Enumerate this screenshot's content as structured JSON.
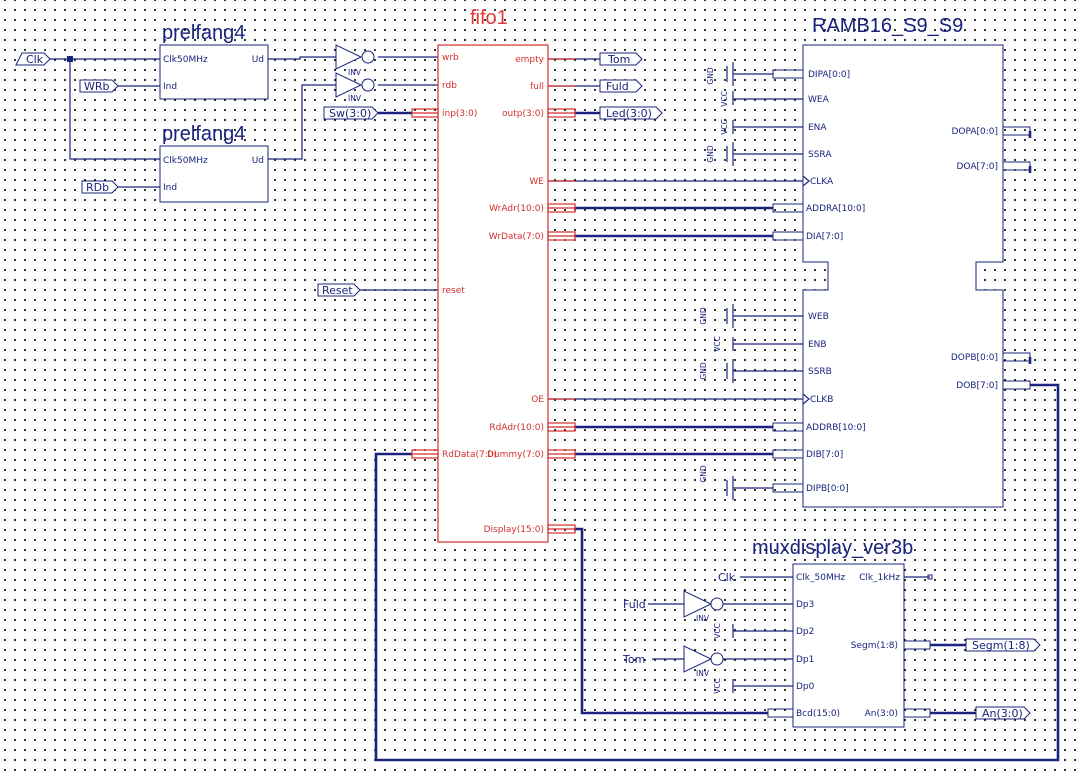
{
  "titles": {
    "prelfang4_a": "prelfang4",
    "prelfang4_b": "prelfang4",
    "fifo1": "fifo1",
    "ramb16": "RAMB16_S9_S9",
    "muxdisplay": "muxdisplay_ver3b"
  },
  "io_markers": {
    "clk": "Clk",
    "wrb": "WRb",
    "rdb": "RDb",
    "sw": "Sw(3:0)",
    "reset": "Reset",
    "tom": "Tom",
    "fuld": "Fuld",
    "led": "Led(3:0)",
    "segm": "Segm(1:8)",
    "an": "An(3:0)"
  },
  "prelfang4_pins": {
    "clk": "Clk50MHz",
    "ind": "Ind",
    "ud": "Ud"
  },
  "inverter_label": "INV",
  "fifo1_pins": {
    "wrb": "wrb",
    "rdb": "rdb",
    "inp": "inp(3:0)",
    "reset": "reset",
    "rddata": "RdData(7:0)",
    "dummy": "Dummy(7:0)",
    "empty": "empty",
    "full": "full",
    "outp": "outp(3:0)",
    "we": "WE",
    "wradr": "WrAdr(10:0)",
    "wrdata": "WrData(7:0)",
    "oe": "OE",
    "rdadr": "RdAdr(10:0)",
    "display": "Display(15:0)"
  },
  "ram_pins": {
    "dipa": "DIPA[0:0]",
    "wea": "WEA",
    "ena": "ENA",
    "ssra": "SSRA",
    "clka": "CLKA",
    "addra": "ADDRA[10:0]",
    "dia": "DIA[7:0]",
    "dopa": "DOPA[0:0]",
    "doa": "DOA[7:0]",
    "web": "WEB",
    "enb": "ENB",
    "ssrb": "SSRB",
    "clkb": "CLKB",
    "addrb": "ADDRB[10:0]",
    "dib": "DIB[7:0]",
    "dipb": "DIPB[0:0]",
    "dopb": "DOPB[0:0]",
    "dob": "DOB[7:0]"
  },
  "power": {
    "gnd": "GND",
    "vcc": "VCC"
  },
  "mux_pins": {
    "clk50": "Clk_50MHz",
    "clk1k": "Clk_1kHz",
    "dp3": "Dp3",
    "dp2": "Dp2",
    "dp1": "Dp1",
    "dp0": "Dp0",
    "bcd": "Bcd(15:0)",
    "segm": "Segm(1:8)",
    "an": "An(3:0)"
  },
  "mux_inputs": {
    "clk": "Clk",
    "fuld": "Fuld",
    "tom": "Tom"
  },
  "colors": {
    "wire": "#1a237e",
    "fifo": "#d32f2f",
    "fifo_title": "#e53935"
  }
}
